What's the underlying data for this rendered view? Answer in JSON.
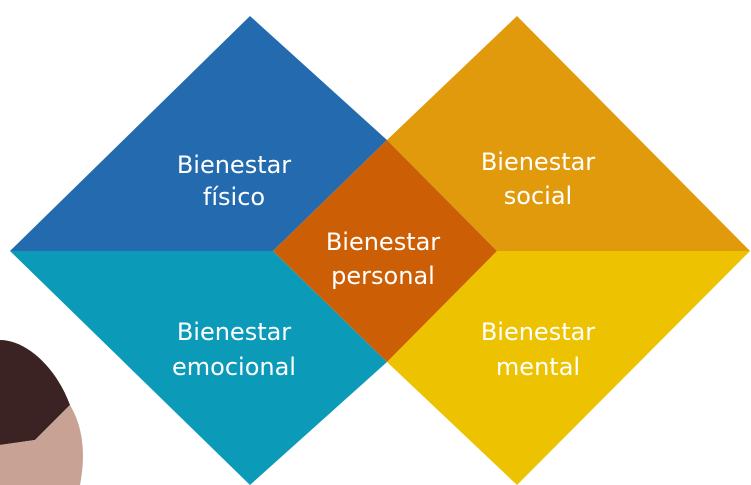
{
  "diagram": {
    "quadrants": [
      {
        "id": "fisico",
        "line1": "Bienestar",
        "line2": "físico",
        "color": "#236aaf"
      },
      {
        "id": "social",
        "line1": "Bienestar",
        "line2": "social",
        "color": "#e09a0b"
      },
      {
        "id": "emocional",
        "line1": "Bienestar",
        "line2": "emocional",
        "color": "#0b9ab7"
      },
      {
        "id": "mental",
        "line1": "Bienestar",
        "line2": "mental",
        "color": "#edc200"
      }
    ],
    "center": {
      "line1": "Bienestar",
      "line2": "personal",
      "color": "#cc5f06"
    }
  },
  "photo_fragment": {
    "color": "#3a2322",
    "skin": "#c9a296"
  }
}
